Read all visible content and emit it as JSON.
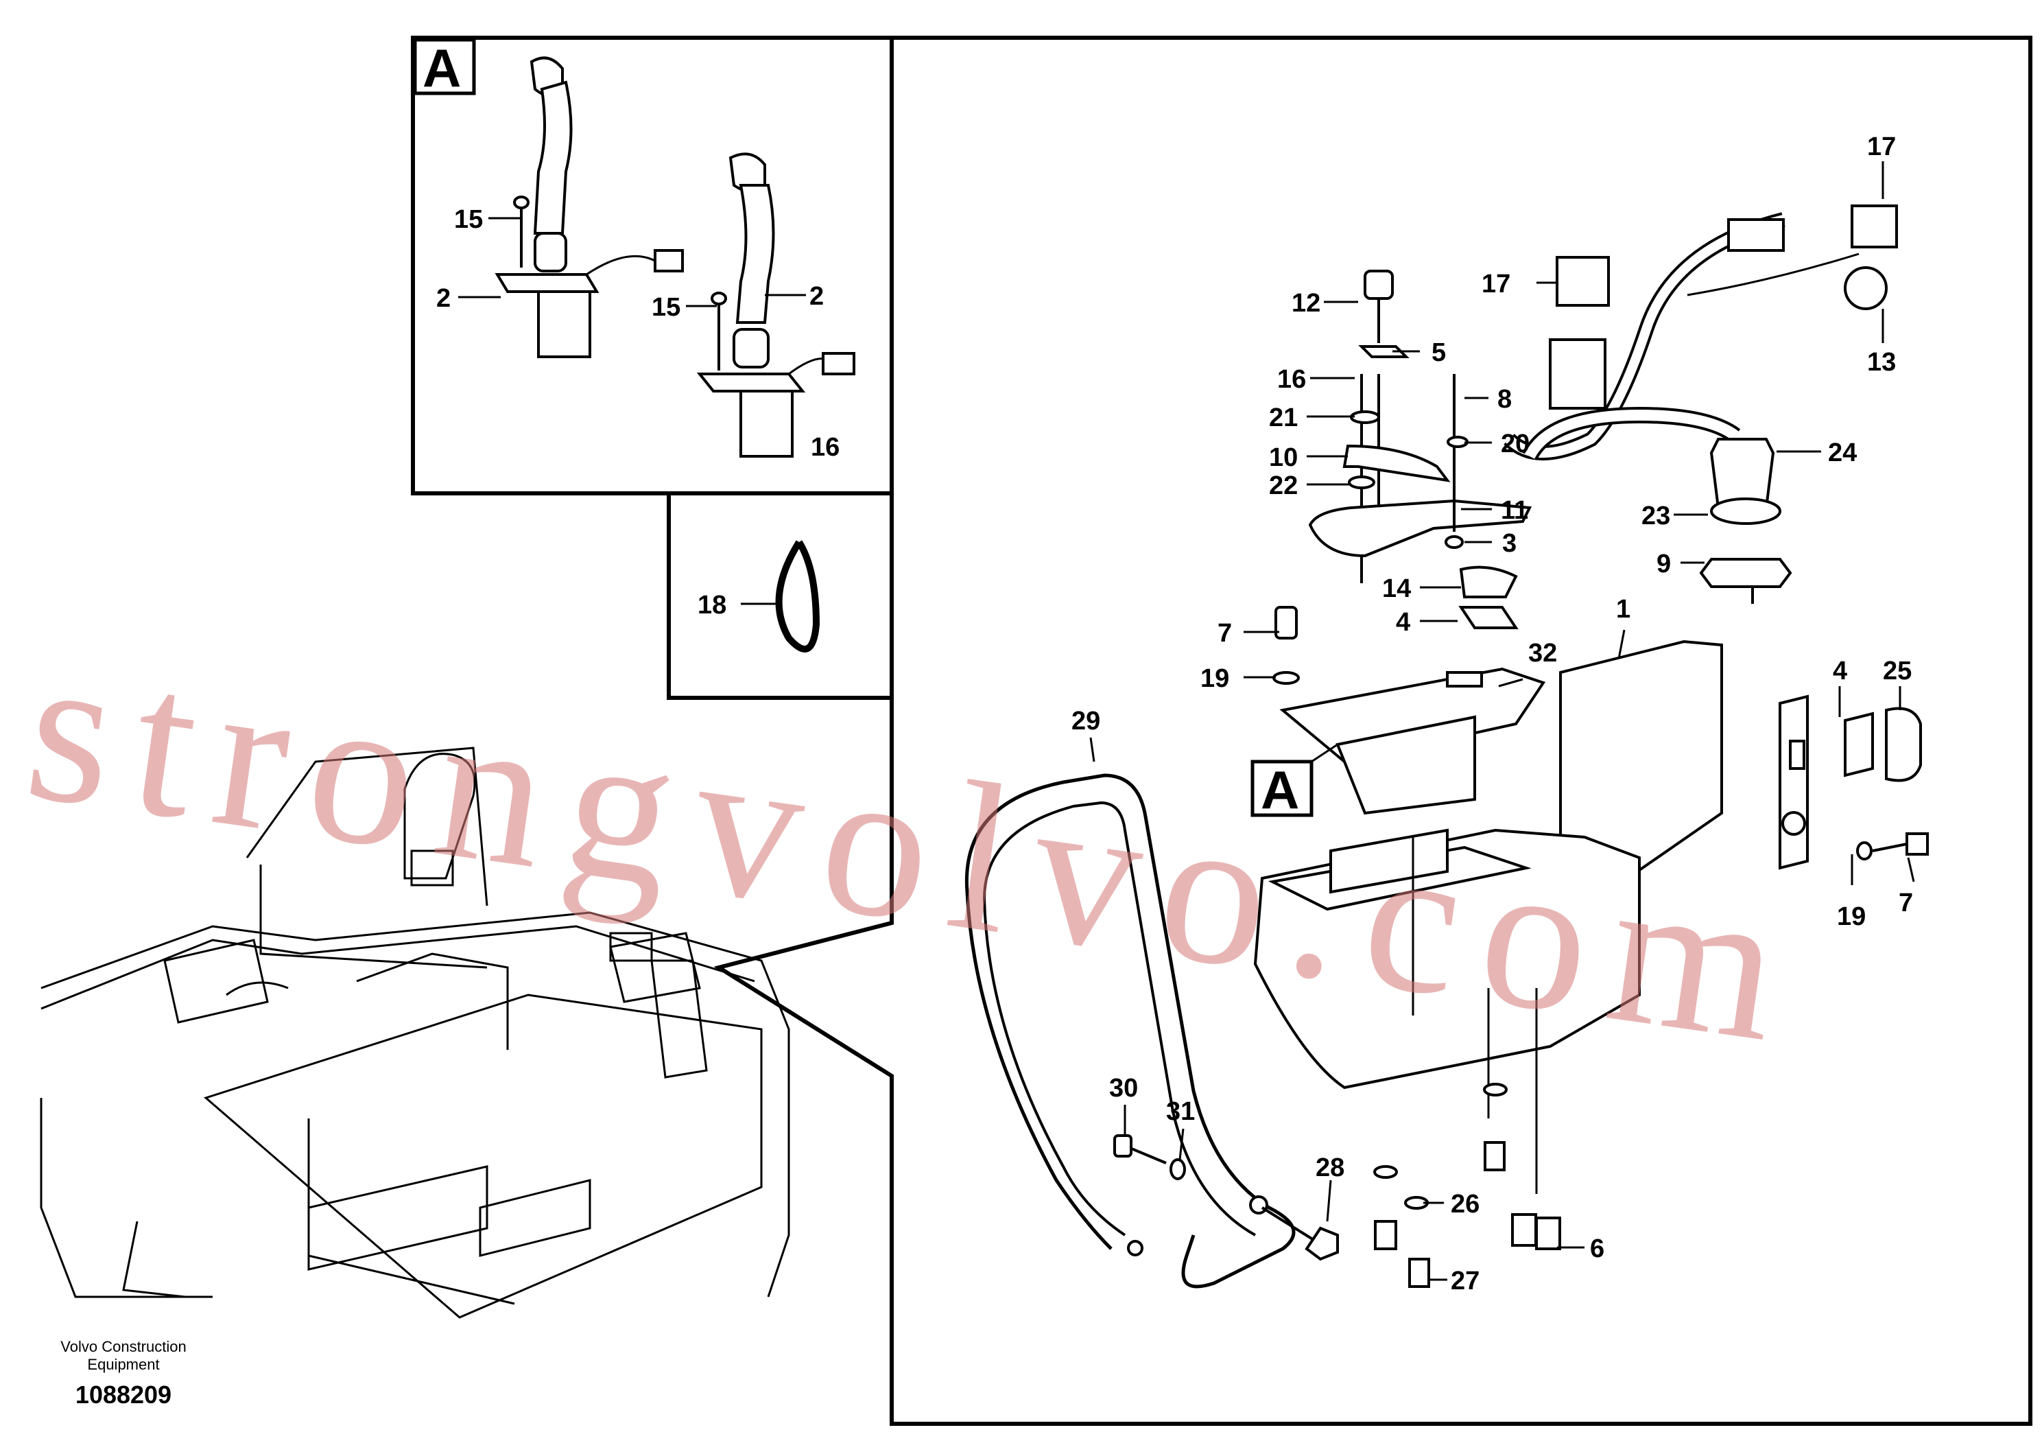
{
  "inset_letter": "A",
  "console_label": "A",
  "callouts": {
    "c15a": "15",
    "c2a": "2",
    "c15b": "15",
    "c2b": "2",
    "c16a": "16",
    "c18": "18",
    "c12": "12",
    "c5": "5",
    "c16b": "16",
    "c8": "8",
    "c21": "21",
    "c20": "20",
    "c10": "10",
    "c22": "22",
    "c11": "11",
    "c3": "3",
    "c14": "14",
    "c4a": "4",
    "c7a": "7",
    "c19a": "19",
    "c32": "32",
    "c1": "1",
    "c17a": "17",
    "c17b": "17",
    "c13": "13",
    "c24": "24",
    "c23": "23",
    "c9": "9",
    "c4b": "4",
    "c25": "25",
    "c19b": "19",
    "c7b": "7",
    "c29": "29",
    "c30": "30",
    "c31": "31",
    "c28": "28",
    "c26": "26",
    "c27": "27",
    "c6": "6"
  },
  "footer": {
    "company": "Volvo Construction Equipment",
    "ref": "1088209"
  },
  "watermark": "strongvolvo.com"
}
